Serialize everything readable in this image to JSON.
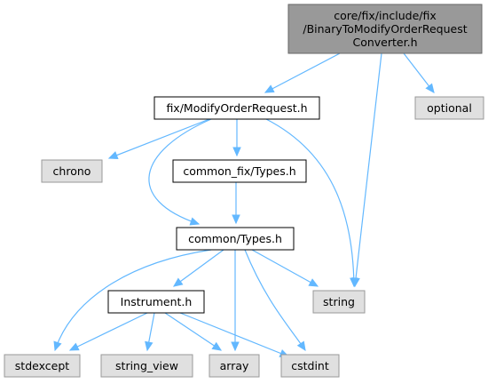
{
  "colors": {
    "root_fill": "#999999",
    "root_stroke": "#666666",
    "local_fill": "#ffffff",
    "local_stroke": "#000000",
    "system_fill": "#e0e0e0",
    "system_stroke": "#999999",
    "edge": "#63b8ff"
  },
  "nodes": [
    {
      "id": "root",
      "kind": "root",
      "lines": [
        "core/fix/include/fix",
        "/BinaryToModifyOrderRequest",
        "Converter.h"
      ]
    },
    {
      "id": "modify",
      "kind": "local",
      "lines": [
        "fix/ModifyOrderRequest.h"
      ]
    },
    {
      "id": "optional",
      "kind": "system",
      "lines": [
        "optional"
      ]
    },
    {
      "id": "chrono",
      "kind": "system",
      "lines": [
        "chrono"
      ]
    },
    {
      "id": "cfix",
      "kind": "local",
      "lines": [
        "common_fix/Types.h"
      ]
    },
    {
      "id": "ctypes",
      "kind": "local",
      "lines": [
        "common/Types.h"
      ]
    },
    {
      "id": "string",
      "kind": "system",
      "lines": [
        "string"
      ]
    },
    {
      "id": "instrument",
      "kind": "local",
      "lines": [
        "Instrument.h"
      ]
    },
    {
      "id": "stdexcept",
      "kind": "system",
      "lines": [
        "stdexcept"
      ]
    },
    {
      "id": "string_view",
      "kind": "system",
      "lines": [
        "string_view"
      ]
    },
    {
      "id": "array",
      "kind": "system",
      "lines": [
        "array"
      ]
    },
    {
      "id": "cstdint",
      "kind": "system",
      "lines": [
        "cstdint"
      ]
    }
  ],
  "edges": [
    {
      "from": "root",
      "to": "modify"
    },
    {
      "from": "root",
      "to": "optional"
    },
    {
      "from": "root",
      "to": "string"
    },
    {
      "from": "modify",
      "to": "chrono"
    },
    {
      "from": "modify",
      "to": "cfix"
    },
    {
      "from": "modify",
      "to": "ctypes"
    },
    {
      "from": "modify",
      "to": "string"
    },
    {
      "from": "cfix",
      "to": "ctypes"
    },
    {
      "from": "ctypes",
      "to": "instrument"
    },
    {
      "from": "ctypes",
      "to": "stdexcept"
    },
    {
      "from": "ctypes",
      "to": "string"
    },
    {
      "from": "ctypes",
      "to": "array"
    },
    {
      "from": "ctypes",
      "to": "cstdint"
    },
    {
      "from": "instrument",
      "to": "stdexcept"
    },
    {
      "from": "instrument",
      "to": "string_view"
    },
    {
      "from": "instrument",
      "to": "array"
    },
    {
      "from": "instrument",
      "to": "cstdint"
    }
  ]
}
